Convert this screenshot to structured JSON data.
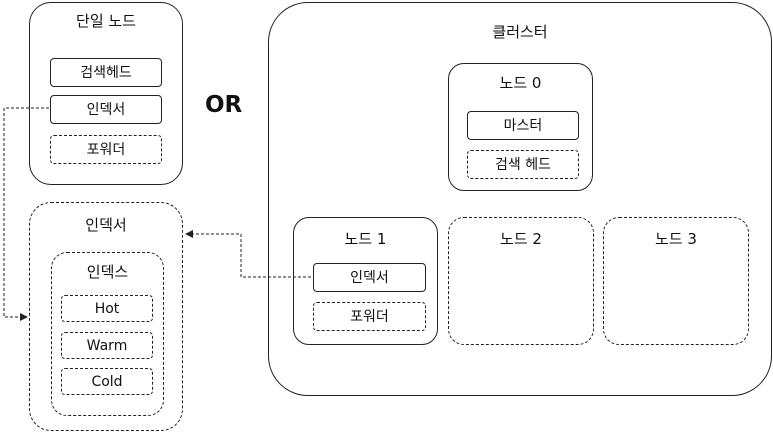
{
  "single_node": {
    "title": "단일 노드",
    "items": [
      "검색헤드",
      "인덱서",
      "포워더"
    ]
  },
  "or_label": "OR",
  "indexer_detail": {
    "title": "인덱서",
    "index": {
      "title": "인덱스",
      "buckets": [
        "Hot",
        "Warm",
        "Cold"
      ]
    }
  },
  "cluster": {
    "title": "클러스터",
    "node0": {
      "title": "노드 0",
      "master": "마스터",
      "search_head": "검색 헤드"
    },
    "node1": {
      "title": "노드 1",
      "indexer": "인덱서",
      "forwarder": "포워더"
    },
    "node2": {
      "title": "노드 2"
    },
    "node3": {
      "title": "노드 3"
    }
  }
}
